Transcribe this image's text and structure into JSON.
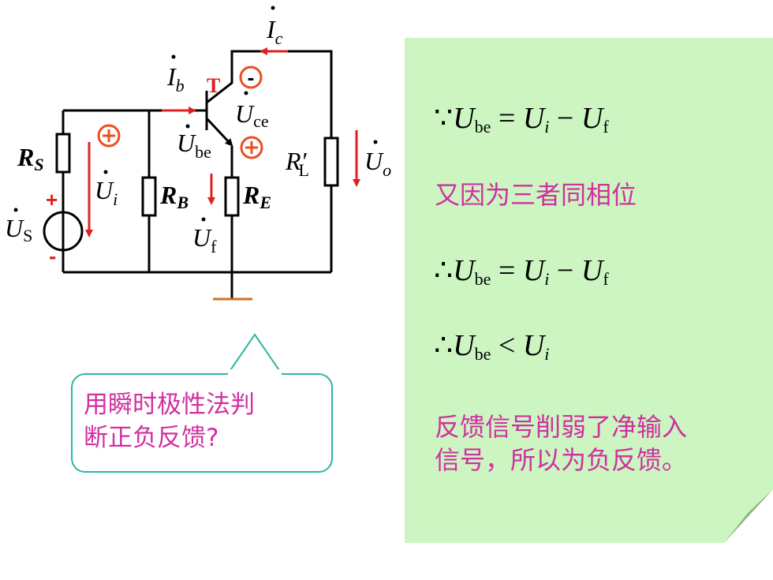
{
  "circuit": {
    "label_RS": "R",
    "label_RS_sub": "S",
    "label_RB": "R",
    "label_RB_sub": "B",
    "label_RE": "R",
    "label_RE_sub": "E",
    "label_RL": "R′",
    "label_RL_sub": "L",
    "label_T": "T",
    "label_Ic": "I",
    "label_Ic_sub": "c",
    "label_Ib": "I",
    "label_Ib_sub": "b",
    "label_Uce": "U",
    "label_Uce_sub": "ce",
    "label_Ube": "U",
    "label_Ube_sub": "be",
    "label_Ui": "U",
    "label_Ui_sub": "i",
    "label_Us": "U",
    "label_Us_sub": "S",
    "label_Uf": "U",
    "label_Uf_sub": "f",
    "label_Uo": "U",
    "label_Uo_sub": "o",
    "plus": "+",
    "minus": "-",
    "polarity_plus": "⊕",
    "polarity_minus": "-"
  },
  "callout": {
    "line1": "用瞬时极性法判",
    "line2": "断正负反馈?"
  },
  "note": {
    "eq1_prefix": "∵",
    "eq1_lhs": "U",
    "eq1_lhs_sub": "be",
    "eq1_eq": " = ",
    "eq1_r1": "U",
    "eq1_r1_sub": "i",
    "eq1_op": " − ",
    "eq1_r2": "U",
    "eq1_r2_sub": "f",
    "text1": "又因为三者同相位",
    "eq2_prefix": "∴",
    "eq2_lhs": "U",
    "eq2_lhs_sub": "be",
    "eq2_eq": " = ",
    "eq2_r1": "U",
    "eq2_r1_sub": "i",
    "eq2_op": " − ",
    "eq2_r2": "U",
    "eq2_r2_sub": "f",
    "eq3_prefix": "∴",
    "eq3_lhs": "U",
    "eq3_lhs_sub": "be",
    "eq3_op": " < ",
    "eq3_r": "U",
    "eq3_r_sub": "i",
    "text2_line1": "反馈信号削弱了净输入",
    "text2_line2": "信号，所以为负反馈。"
  },
  "colors": {
    "wire": "#000000",
    "arrow": "#e02020",
    "polarity": "#e85020",
    "ground": "#d07020",
    "note_bg": "#ccf5c2",
    "accent_text": "#d030a0",
    "callout_border": "#2fb5a0"
  }
}
